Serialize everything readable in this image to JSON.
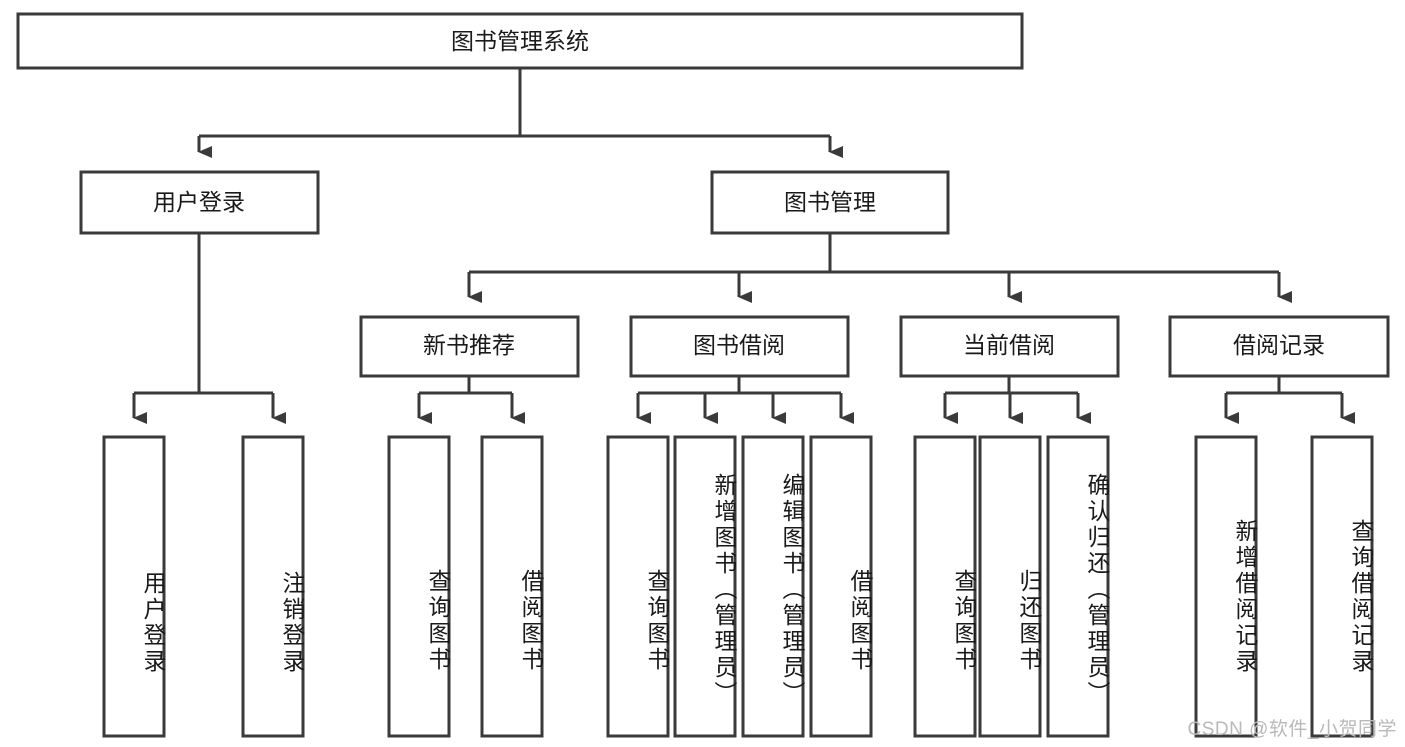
{
  "diagram": {
    "title": "图书管理系统",
    "type": "tree-hierarchy",
    "watermark": "CSDN @软件_小贺同学",
    "colors": {
      "stroke": "#3a3a3a",
      "fill": "#ffffff",
      "text": "#1a1a1a",
      "watermark": "#b9b9b9",
      "background": "#ffffff"
    },
    "root": {
      "id": "root",
      "label": "图书管理系统"
    },
    "level2": [
      {
        "id": "user-login",
        "label": "用户登录"
      },
      {
        "id": "book-management",
        "label": "图书管理"
      }
    ],
    "level3": [
      {
        "id": "new-book-recommend",
        "label": "新书推荐",
        "parent": "book-management"
      },
      {
        "id": "book-borrow",
        "label": "图书借阅",
        "parent": "book-management"
      },
      {
        "id": "current-borrow",
        "label": "当前借阅",
        "parent": "book-management"
      },
      {
        "id": "borrow-record",
        "label": "借阅记录",
        "parent": "book-management"
      }
    ],
    "leaves": [
      {
        "id": "leaf-user-login",
        "label": "用户登录",
        "parent": "user-login"
      },
      {
        "id": "leaf-logout-login",
        "label": "注销登录",
        "parent": "user-login"
      },
      {
        "id": "leaf-query-book-1",
        "label": "查询图书",
        "parent": "new-book-recommend"
      },
      {
        "id": "leaf-borrow-book-1",
        "label": "借阅图书",
        "parent": "new-book-recommend"
      },
      {
        "id": "leaf-query-book-2",
        "label": "查询图书",
        "parent": "book-borrow"
      },
      {
        "id": "leaf-add-book",
        "label": "新增图书（管理员）",
        "parent": "book-borrow"
      },
      {
        "id": "leaf-edit-book",
        "label": "编辑图书（管理员）",
        "parent": "book-borrow"
      },
      {
        "id": "leaf-borrow-book-2",
        "label": "借阅图书",
        "parent": "book-borrow"
      },
      {
        "id": "leaf-query-book-3",
        "label": "查询图书",
        "parent": "current-borrow"
      },
      {
        "id": "leaf-return-book",
        "label": "归还图书",
        "parent": "current-borrow"
      },
      {
        "id": "leaf-confirm-return",
        "label": "确认归还（管理员）",
        "parent": "current-borrow"
      },
      {
        "id": "leaf-add-record",
        "label": "新增借阅记录",
        "parent": "borrow-record"
      },
      {
        "id": "leaf-query-record",
        "label": "查询借阅记录",
        "parent": "borrow-record"
      }
    ]
  }
}
